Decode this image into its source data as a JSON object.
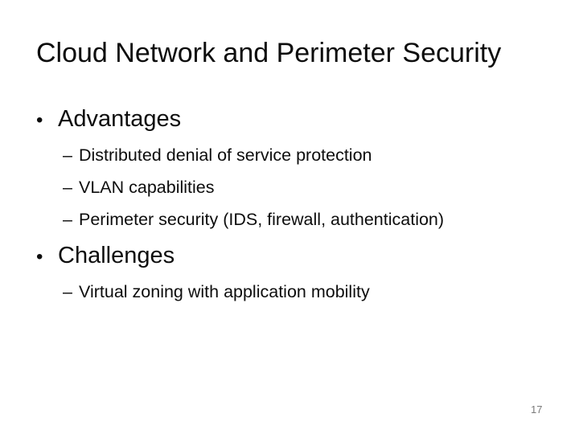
{
  "slide": {
    "title": "Cloud Network and Perimeter Security",
    "page_number": "17",
    "colors": {
      "background": "#ffffff",
      "text": "#0d0d0d",
      "page_number": "#7a7a7a"
    },
    "bullet_markers": {
      "level1": "•",
      "level2": "–"
    },
    "bullets": [
      {
        "label": "Advantages",
        "sub_items": [
          "Distributed denial of service protection",
          "VLAN capabilities",
          "Perimeter security (IDS, firewall, authentication)"
        ]
      },
      {
        "label": "Challenges",
        "sub_items": [
          "Virtual zoning with application mobility"
        ]
      }
    ]
  }
}
